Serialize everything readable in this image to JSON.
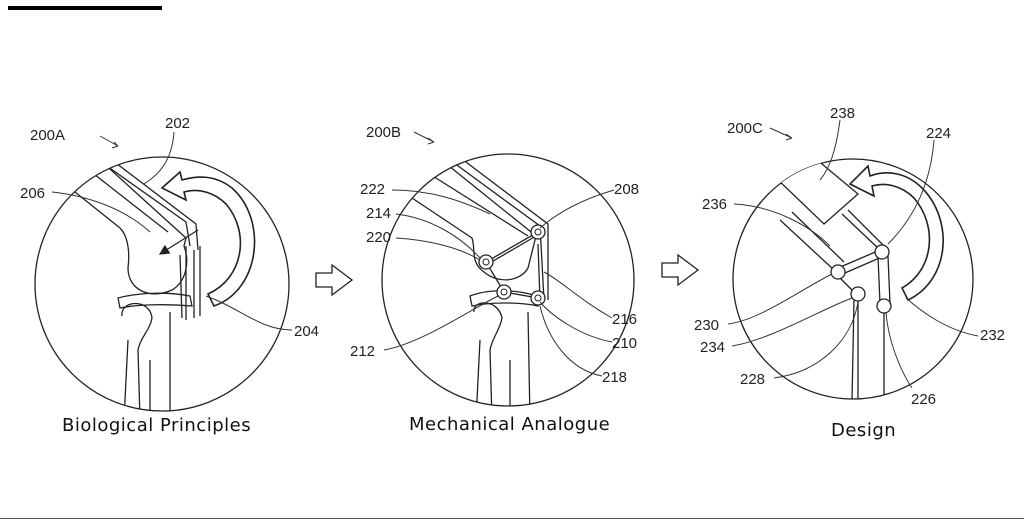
{
  "panels": [
    {
      "id": "200A",
      "caption": "Biological Principles",
      "labels": [
        "202",
        "204",
        "206"
      ]
    },
    {
      "id": "200B",
      "caption": "Mechanical Analogue",
      "labels": [
        "208",
        "210",
        "212",
        "214",
        "216",
        "218",
        "220",
        "222"
      ]
    },
    {
      "id": "200C",
      "caption": "Design",
      "labels": [
        "224",
        "226",
        "228",
        "230",
        "232",
        "234",
        "236",
        "238"
      ]
    }
  ]
}
